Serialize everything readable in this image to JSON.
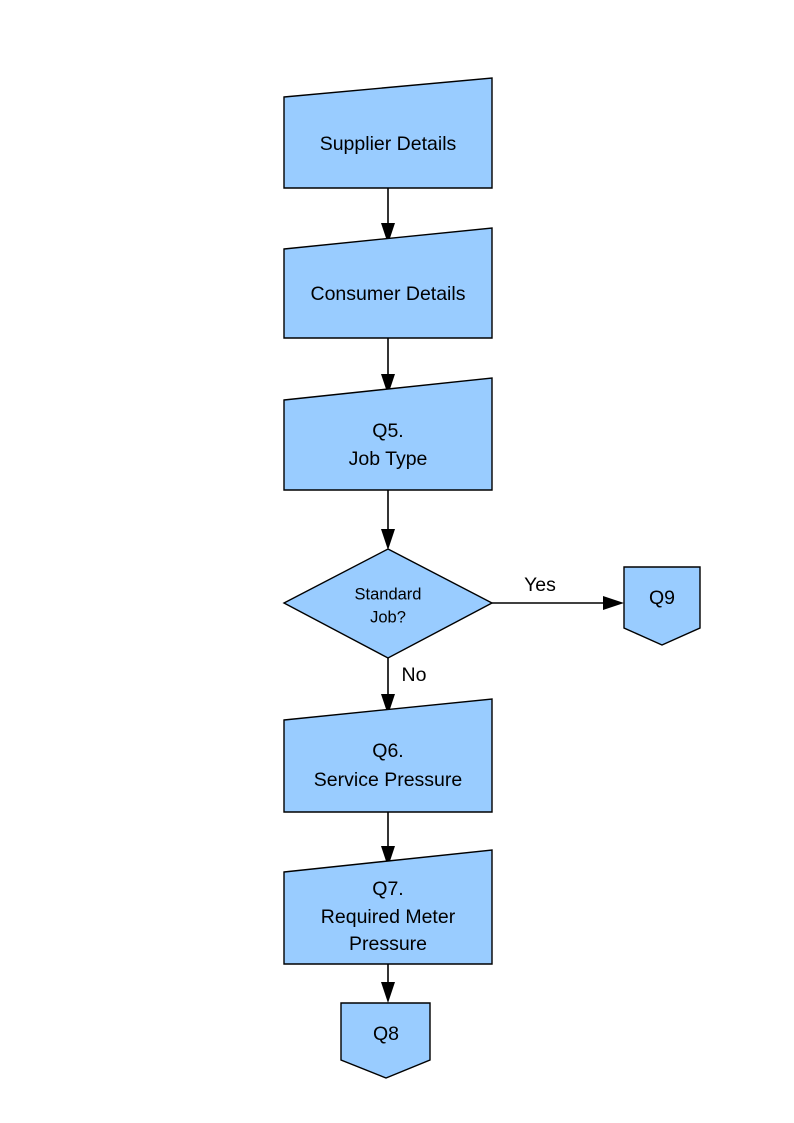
{
  "diagram": {
    "type": "flowchart",
    "orientation": "top-to-bottom",
    "background_color": "#ffffff",
    "node_fill_color": "#99ccff",
    "node_stroke_color": "#000000",
    "text_color": "#000000",
    "nodes": [
      {
        "id": "supplier-details",
        "shape": "manual-input",
        "lines": [
          "Supplier Details"
        ],
        "line1": "Supplier Details"
      },
      {
        "id": "consumer-details",
        "shape": "manual-input",
        "lines": [
          "Consumer Details"
        ],
        "line1": "Consumer Details"
      },
      {
        "id": "q5-job-type",
        "shape": "manual-input",
        "lines": [
          "Q5.",
          "Job Type"
        ],
        "line1": "Q5.",
        "line2": "Job Type"
      },
      {
        "id": "standard-job-decision",
        "shape": "decision-diamond",
        "lines": [
          "Standard",
          "Job?"
        ],
        "line1": "Standard",
        "line2": "Job?"
      },
      {
        "id": "q9",
        "shape": "pentagon-down",
        "lines": [
          "Q9"
        ],
        "line1": "Q9"
      },
      {
        "id": "q6-service-pressure",
        "shape": "manual-input",
        "lines": [
          "Q6.",
          "Service Pressure"
        ],
        "line1": "Q6.",
        "line2": "Service Pressure"
      },
      {
        "id": "q7-required-meter-pressure",
        "shape": "manual-input",
        "lines": [
          "Q7.",
          "Required Meter",
          "Pressure"
        ],
        "line1": "Q7.",
        "line2": "Required Meter",
        "line3": "Pressure"
      },
      {
        "id": "q8",
        "shape": "pentagon-down",
        "lines": [
          "Q8"
        ],
        "line1": "Q8"
      }
    ],
    "edges": [
      {
        "id": "e1",
        "from": "supplier-details",
        "to": "consumer-details",
        "label": ""
      },
      {
        "id": "e2",
        "from": "consumer-details",
        "to": "q5-job-type",
        "label": ""
      },
      {
        "id": "e3",
        "from": "q5-job-type",
        "to": "standard-job-decision",
        "label": ""
      },
      {
        "id": "e4",
        "from": "standard-job-decision",
        "to": "q9",
        "label": "Yes"
      },
      {
        "id": "e5",
        "from": "standard-job-decision",
        "to": "q6-service-pressure",
        "label": "No"
      },
      {
        "id": "e6",
        "from": "q6-service-pressure",
        "to": "q7-required-meter-pressure",
        "label": ""
      },
      {
        "id": "e7",
        "from": "q7-required-meter-pressure",
        "to": "q8",
        "label": ""
      }
    ],
    "labels": {
      "yes": "Yes",
      "no": "No"
    }
  }
}
